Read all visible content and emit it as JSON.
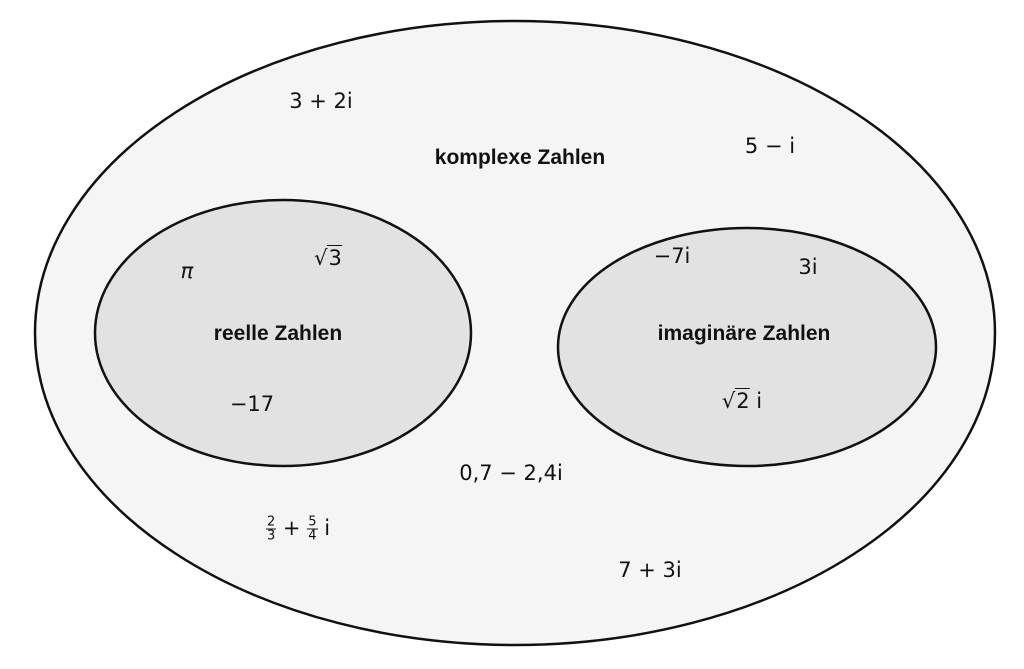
{
  "sets": {
    "complex": {
      "label": "komplexe Zahlen",
      "fill": "#f5f5f5"
    },
    "real": {
      "label": "reelle Zahlen",
      "fill": "#e2e2e2"
    },
    "imaginary": {
      "label": "imaginäre Zahlen",
      "fill": "#e2e2e2"
    }
  },
  "complex_examples": [
    "3 + 2i",
    "5 − i",
    "0,7 − 2,4i",
    "7 + 3i"
  ],
  "fraction_example": {
    "n1": "2",
    "d1": "3",
    "op": "+",
    "n2": "5",
    "d2": "4",
    "unit": "i"
  },
  "real_examples": {
    "pi": "π",
    "sqrt_sign": "√",
    "sqrt_arg": "3",
    "neg": "−17"
  },
  "imaginary_examples": {
    "a": "−7i",
    "b": "3i",
    "sqrt_sign": "√",
    "sqrt_arg": "2",
    "unit": "i"
  }
}
